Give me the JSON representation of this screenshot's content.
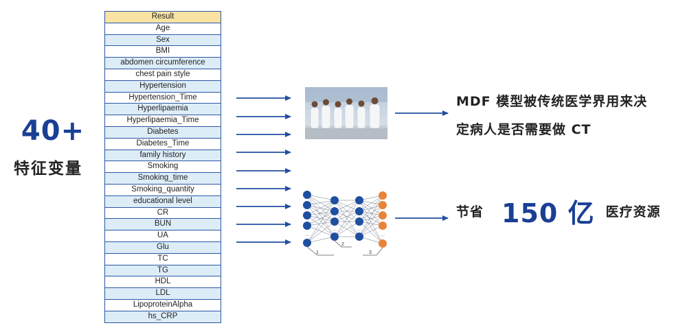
{
  "left": {
    "count": "40+",
    "caption": "特征变量"
  },
  "table": {
    "header": "Result",
    "rows": [
      "Age",
      "Sex",
      "BMI",
      "abdomen circumference",
      "chest pain style",
      "Hypertension",
      "Hypertension_Time",
      "Hyperlipaemia",
      "Hyperlipaemia_Time",
      "Diabetes",
      "Diabetes_Time",
      "family history",
      "Smoking",
      "Smoking_time",
      "Smoking_quantity",
      "educational level",
      "CR",
      "BUN",
      "UA",
      "Glu",
      "TC",
      "TG",
      "HDL",
      "LDL",
      "LipoproteinAlpha",
      "hs_CRP"
    ]
  },
  "network": {
    "layer_labels": [
      "1",
      "2",
      "3"
    ],
    "ellipsis": "..."
  },
  "right": {
    "line1": "MDF 模型被传统医学界用来决",
    "line2": "定病人是否需要做 CT",
    "save_prefix": "节省",
    "save_amount": "150 亿",
    "save_suffix": "医疗资源"
  },
  "colors": {
    "brand_blue": "#1a3f95",
    "node_blue": "#1f4fa0",
    "node_orange": "#e8843a",
    "header_fill": "#f8e3a3",
    "row_alt_fill": "#ddedf8"
  }
}
